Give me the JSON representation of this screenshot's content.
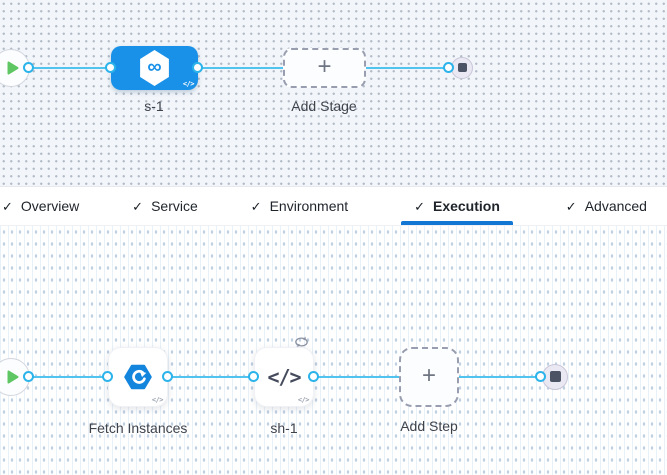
{
  "header_tabs": {
    "check_glyph": "✓",
    "items": [
      {
        "label": "Overview"
      },
      {
        "label": "Service"
      },
      {
        "label": "Environment"
      },
      {
        "label": "Execution"
      },
      {
        "label": "Advanced"
      }
    ],
    "active_tab": "Execution"
  },
  "stage_pipeline": {
    "start_icon": "play-icon",
    "end_icon": "stop-square-icon",
    "stage": {
      "label": "s-1",
      "icon": "hexagon-infinity-icon",
      "infinity_glyph": "∞",
      "code_badge": "</>"
    },
    "add_stage": {
      "label": "Add Stage",
      "plus_glyph": "+"
    }
  },
  "execution_pipeline": {
    "start_icon": "play-icon",
    "end_icon": "stop-square-icon",
    "steps": [
      {
        "label": "Fetch Instances",
        "icon": "fetch-instances-icon",
        "code_badge": "</>"
      },
      {
        "label": "sh-1",
        "icon": "code-icon",
        "glyph": "</>",
        "code_badge": "</>",
        "loop_icon": "loop-strategy-icon"
      }
    ],
    "add_step": {
      "label": "Add Step",
      "plus_glyph": "+"
    }
  },
  "colors": {
    "connector": "#50c4ee",
    "port_ring": "#2bb3ea",
    "stage_blue": "#1a91e8",
    "active_tab_underline": "#1277d3",
    "canvas_top_bg": "#f2f6fa",
    "play_green": "#5ec763",
    "stop_gray": "#4c5365"
  }
}
